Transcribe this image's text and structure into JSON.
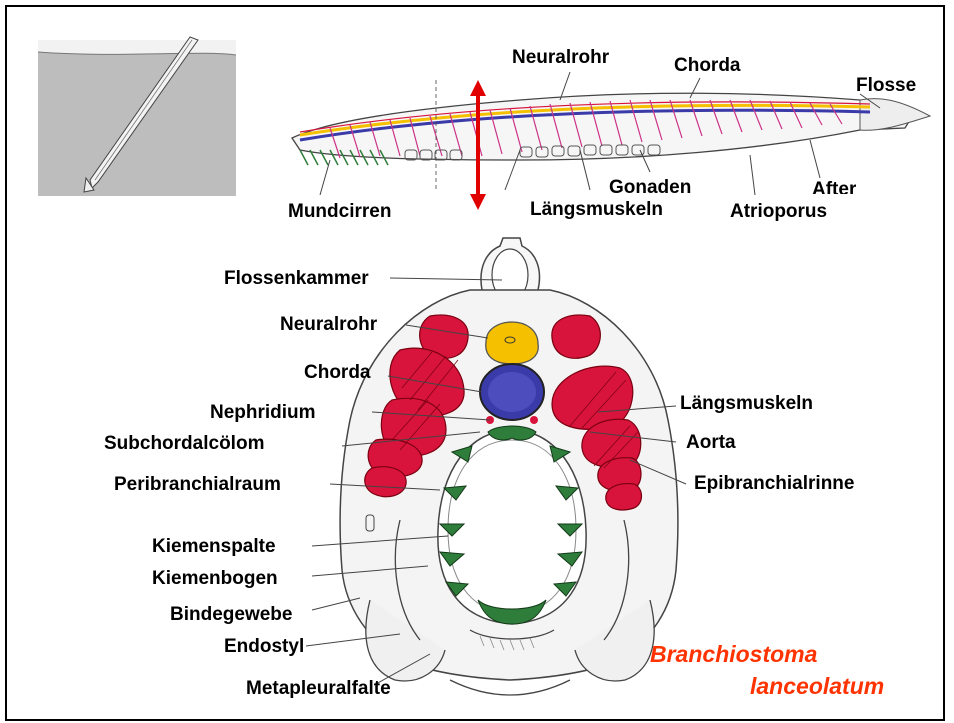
{
  "colors": {
    "muscle": "#d8143c",
    "neural_tube": "#f5c000",
    "chorda": "#3a3aa8",
    "gills": "#2e7d3a",
    "species_text": "#ff3300",
    "arrow": "#e00000"
  },
  "lateral_labels": {
    "neuralrohr": "Neuralrohr",
    "chorda": "Chorda",
    "flosse": "Flosse",
    "gonaden": "Gonaden",
    "after": "After",
    "mundcirren": "Mundcirren",
    "laengsmuskeln": "Längsmuskeln",
    "atrioporus": "Atrioporus"
  },
  "cross_section_labels": {
    "flossenkammer": "Flossenkammer",
    "neuralrohr": "Neuralrohr",
    "chorda": "Chorda",
    "nephridium": "Nephridium",
    "subchordalcoelom": "Subchordalcölom",
    "peribranchialraum": "Peribranchialraum",
    "kiemenspalte": "Kiemenspalte",
    "kiemenbogen": "Kiemenbogen",
    "bindegewebe": "Bindegewebe",
    "endostyl": "Endostyl",
    "metapleuralfalte": "Metapleuralfalte",
    "laengsmuskeln": "Längsmuskeln",
    "aorta": "Aorta",
    "epibranchialrinne": "Epibranchialrinne"
  },
  "species": {
    "genus": "Branchiostoma",
    "epithet": "lanceolatum"
  }
}
